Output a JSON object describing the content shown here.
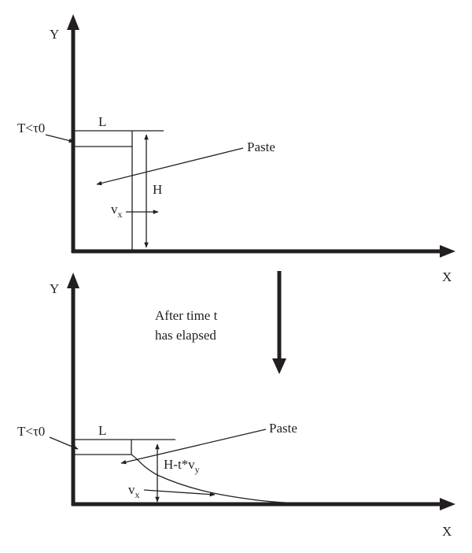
{
  "top_panel": {
    "y_axis_label": "Y",
    "x_axis_label": "X",
    "shear_label": "T<τ0",
    "length_label": "L",
    "height_label": "H",
    "paste_label": "Paste",
    "velocity_label": {
      "base": "v",
      "subscript": "x"
    }
  },
  "transition": {
    "line1": "After time t",
    "line2": "has elapsed"
  },
  "bottom_panel": {
    "y_axis_label": "Y",
    "x_axis_label": "X",
    "shear_label": "T<τ0",
    "length_label": "L",
    "height_label": {
      "base": "H-t*v",
      "subscript": "y"
    },
    "paste_label": "Paste",
    "velocity_label": {
      "base": "v",
      "subscript": "x"
    }
  },
  "colors": {
    "ink": "#231f20",
    "background": "#ffffff"
  }
}
